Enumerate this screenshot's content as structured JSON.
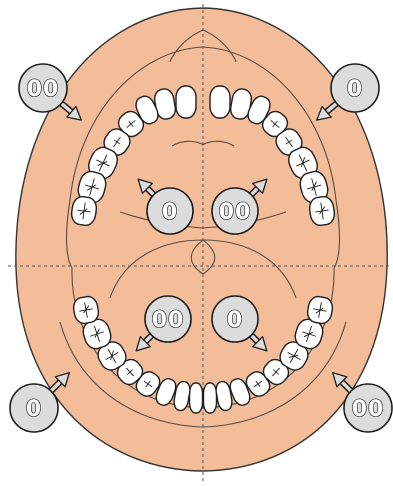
{
  "colors": {
    "skin": "#f4bd9a",
    "skin_outline": "#333333",
    "tooth": "#ffffff",
    "badge_fill": "#dcdcdc",
    "line": "#1e1e1e"
  },
  "quadrant_markers": {
    "upper_right_outer": "00",
    "upper_left_outer": "0",
    "upper_right_inner": "0",
    "upper_left_inner": "00",
    "lower_right_inner": "00",
    "lower_left_inner": "0",
    "lower_right_outer": "0",
    "lower_left_outer": "00"
  },
  "icons": {
    "arrow": "arrow-icon",
    "badge": "circle-badge"
  }
}
